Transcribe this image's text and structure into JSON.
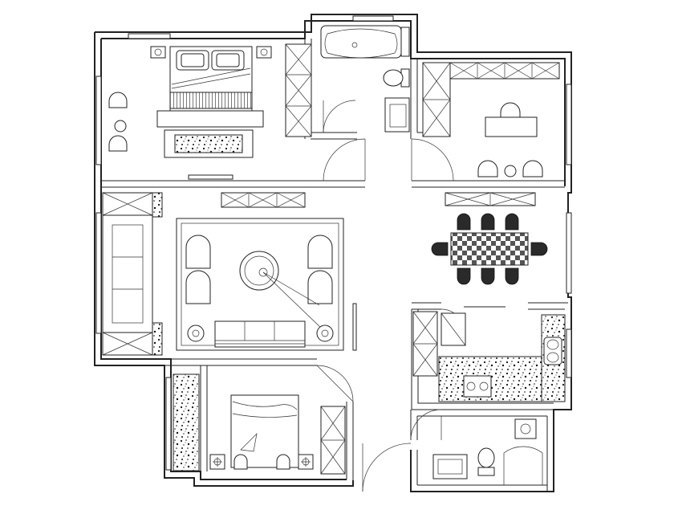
{
  "plan": {
    "style": "black-and-white architectural furniture floor plan",
    "rooms": [
      {
        "key": "master_bedroom",
        "furniture": [
          "double-bed",
          "wardrobe",
          "armchair",
          "armchair",
          "side-table",
          "bench"
        ]
      },
      {
        "key": "bathroom_top",
        "furniture": [
          "bathtub",
          "toilet",
          "washbasin"
        ]
      },
      {
        "key": "study",
        "furniture": [
          "wardrobe",
          "desk",
          "desk-chair",
          "armchair",
          "armchair",
          "side-table"
        ]
      },
      {
        "key": "living_room",
        "furniture": [
          "sofa",
          "three-seat-sofa",
          "armchair",
          "armchair",
          "armchair",
          "armchair",
          "coffee-table",
          "tv-cabinet"
        ]
      },
      {
        "key": "dining_room",
        "furniture": [
          "dining-table",
          "dining-chair"
        ]
      },
      {
        "key": "kitchen",
        "furniture": [
          "counter",
          "sink",
          "stove",
          "fridge"
        ]
      },
      {
        "key": "second_bedroom",
        "furniture": [
          "bed",
          "wardrobe",
          "nightstand",
          "nightstand"
        ]
      },
      {
        "key": "bathroom_bottom",
        "furniture": [
          "shower",
          "toilet",
          "washbasin"
        ]
      }
    ],
    "colors": {
      "line": "#111111",
      "background": "#ffffff",
      "chair_fill": "#2a2a2a"
    },
    "dining_seats": 8
  }
}
